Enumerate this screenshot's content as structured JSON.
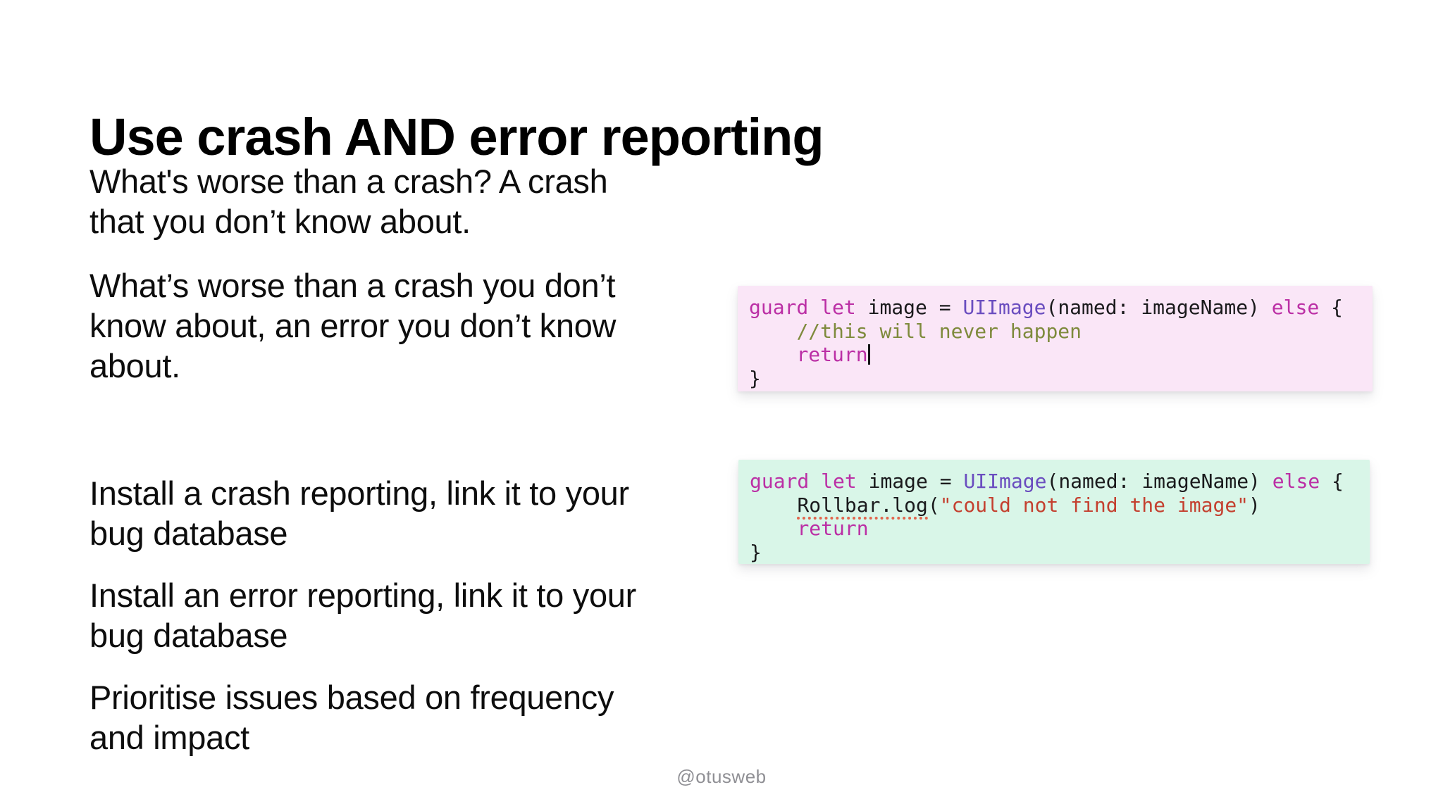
{
  "slide": {
    "title": "Use crash AND error reporting",
    "footer": "@otusweb"
  },
  "body": {
    "paragraphs": [
      {
        "lines": [
          "What's worse than a crash? A crash",
          "that you don’t know about."
        ]
      },
      {
        "lines": [
          "What’s worse than a crash you don’t",
          "know about, an error you don’t know",
          "about."
        ]
      },
      {
        "lines": [
          "Install a crash reporting, link it to your",
          "bug database"
        ]
      },
      {
        "lines": [
          "Install an error reporting, link it to your",
          "bug database"
        ]
      },
      {
        "lines": [
          "Prioritise issues based on frequency",
          "and impact"
        ]
      }
    ]
  },
  "colors": {
    "keyword": "#BB2FA5",
    "type": "#6A4DBF",
    "comment": "#7E8A3C",
    "string": "#C4402F",
    "code_text": "#1A1A1C",
    "underline_dots": "#E2654C",
    "pink_bg": "#FAE6F7",
    "green_bg": "#D9F6E8",
    "footer_gray": "#8F8F94",
    "caret": "#151517"
  },
  "code_blocks": [
    {
      "name": "guard-without-logging",
      "bg": "pink_bg",
      "lines": [
        [
          {
            "t": "guard",
            "c": "kw"
          },
          {
            "t": " ",
            "c": "plain"
          },
          {
            "t": "let",
            "c": "kw"
          },
          {
            "t": " image = ",
            "c": "plain"
          },
          {
            "t": "UIImage",
            "c": "type"
          },
          {
            "t": "(named: imageName) ",
            "c": "plain"
          },
          {
            "t": "else",
            "c": "kw"
          },
          {
            "t": " {",
            "c": "plain"
          }
        ],
        [
          {
            "t": "    ",
            "c": "plain"
          },
          {
            "t": "//this will never happen",
            "c": "comment"
          }
        ],
        [
          {
            "t": "    ",
            "c": "plain"
          },
          {
            "t": "return",
            "c": "kw"
          },
          {
            "t": "",
            "c": "cursor"
          }
        ],
        [
          {
            "t": "}",
            "c": "plain"
          }
        ]
      ]
    },
    {
      "name": "guard-with-rollbar-logging",
      "bg": "green_bg",
      "lines": [
        [
          {
            "t": "guard",
            "c": "kw"
          },
          {
            "t": " ",
            "c": "plain"
          },
          {
            "t": "let",
            "c": "kw"
          },
          {
            "t": " image = ",
            "c": "plain"
          },
          {
            "t": "UIImage",
            "c": "type"
          },
          {
            "t": "(named: imageName) ",
            "c": "plain"
          },
          {
            "t": "else",
            "c": "kw"
          },
          {
            "t": " {",
            "c": "plain"
          }
        ],
        [
          {
            "t": "    ",
            "c": "plain"
          },
          {
            "t": "Rollbar.log",
            "c": "underline"
          },
          {
            "t": "(",
            "c": "plain"
          },
          {
            "t": "\"could not find the image\"",
            "c": "str"
          },
          {
            "t": ")",
            "c": "plain"
          }
        ],
        [
          {
            "t": "    ",
            "c": "plain"
          },
          {
            "t": "return",
            "c": "kw"
          }
        ],
        [
          {
            "t": "}",
            "c": "plain"
          }
        ]
      ]
    }
  ]
}
